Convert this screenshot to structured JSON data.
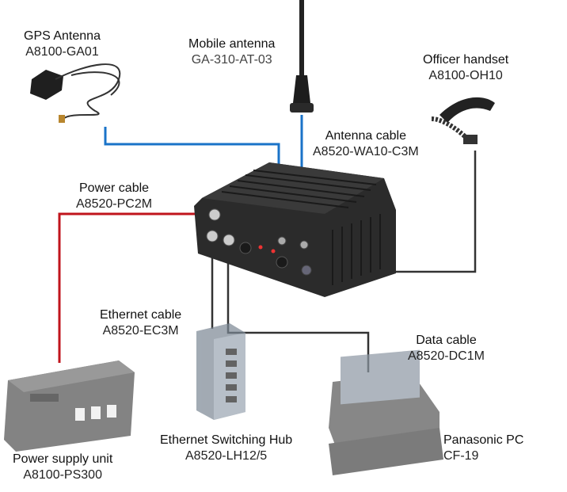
{
  "components": {
    "gps_antenna": {
      "name": "GPS Antenna",
      "code": "A8100-GA01"
    },
    "mobile_antenna": {
      "name": "Mobile antenna",
      "code": "GA-310-AT-03"
    },
    "officer_handset": {
      "name": "Officer handset",
      "code": "A8100-OH10"
    },
    "antenna_cable": {
      "name": "Antenna cable",
      "code": "A8520-WA10-C3M"
    },
    "power_cable": {
      "name": "Power cable",
      "code": "A8520-PC2M"
    },
    "ethernet_cable": {
      "name": "Ethernet cable",
      "code": "A8520-EC3M"
    },
    "data_cable": {
      "name": "Data cable",
      "code": "A8520-DC1M"
    },
    "power_supply": {
      "name": "Power supply unit",
      "code": "A8100-PS300"
    },
    "switching_hub": {
      "name": "Ethernet Switching Hub",
      "code": "A8520-LH12/5"
    },
    "panasonic_pc": {
      "name": "Panasonic PC",
      "code": "CF-19"
    }
  },
  "colors": {
    "antenna_cable": "#1a73c8",
    "power_cable": "#c0141c",
    "data_cable": "#333333"
  }
}
